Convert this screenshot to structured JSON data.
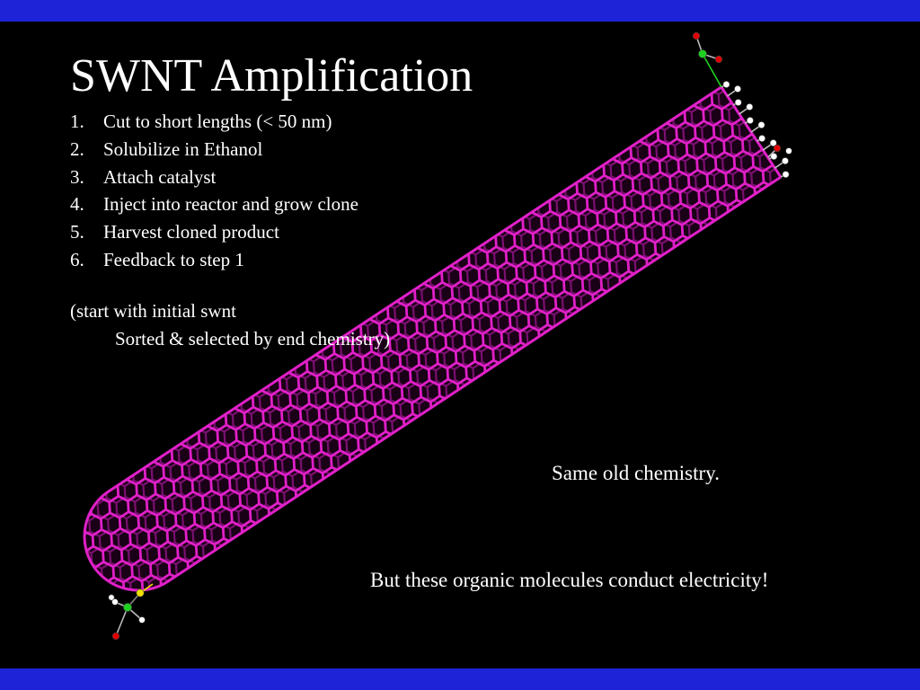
{
  "slide": {
    "title": "SWNT Amplification",
    "steps": [
      {
        "num": "1.",
        "text": "Cut to short lengths (< 50 nm)"
      },
      {
        "num": "2.",
        "text": "Solubilize in Ethanol"
      },
      {
        "num": "3.",
        "text": "Attach catalyst"
      },
      {
        "num": "4.",
        "text": "Inject into reactor and grow clone"
      },
      {
        "num": "5.",
        "text": "Harvest cloned product"
      },
      {
        "num": "6.",
        "text": "Feedback to step 1"
      }
    ],
    "note_line1": "(start with initial swnt",
    "note_line2": "Sorted & selected by end chemistry)",
    "caption1": "Same old chemistry.",
    "caption2": "But these organic molecules conduct electricity!"
  },
  "colors": {
    "band": "#1f23d8",
    "background": "#000000",
    "text": "#ffffff",
    "tube": "#e020c8",
    "hydrogen": "#ffffff",
    "oxygen": "#e00000",
    "carbon": "#20d020",
    "sulfur": "#f0e000"
  },
  "illustration": {
    "subject": "carbon-nanotube",
    "end_groups": [
      "hydrogen",
      "oxygen",
      "carbon",
      "sulfur"
    ]
  }
}
